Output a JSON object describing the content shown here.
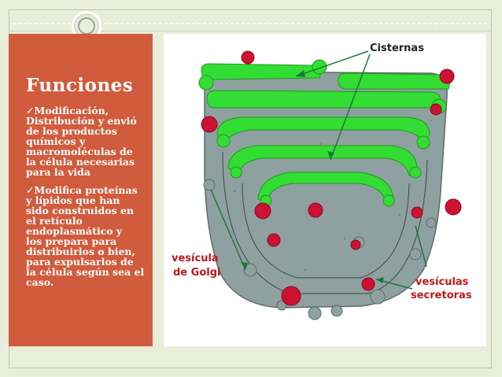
{
  "slide": {
    "title": "Funciones",
    "bullets": [
      "Modificación, Distribución y envió de los productos químicos y macromoléculas de la célula necesarias para la vida",
      "Modifica proteínas y lípidos que han sido construidos en el retículo endoplasmático y los prepara para distribuirlos o bien, para expulsarlos de la célula según sea el caso."
    ],
    "bullet_lines": [
      [
        "Modificación,",
        "Distribución y envió",
        "de los productos",
        "químicos y",
        "macromoléculas de",
        "la célula necesarias",
        "para la vida"
      ],
      [
        "Modifica proteínas",
        "y lípidos que han",
        "sido construidos en",
        "el retículo",
        "endoplasmático y",
        "los prepara para",
        "distribuirlos o bien,",
        "para expulsarlos de",
        "la célula según sea el",
        "caso."
      ]
    ]
  },
  "diagram": {
    "labels": {
      "cisternas": "Cisternas",
      "vesicula_line1": "vesícula",
      "vesicula_line2": "de Golgi",
      "secretoras_line1": "vesículas",
      "secretoras_line2": "secretoras"
    }
  },
  "colors": {
    "background": "#e9eeda",
    "sidebar": "#d05c3d",
    "golgi_body": "#8fa0a0",
    "cisterna": "#33dd33",
    "vesicle_red": "#cc1133",
    "label_text": "#c0181b",
    "arrow": "#1a7a3a"
  }
}
